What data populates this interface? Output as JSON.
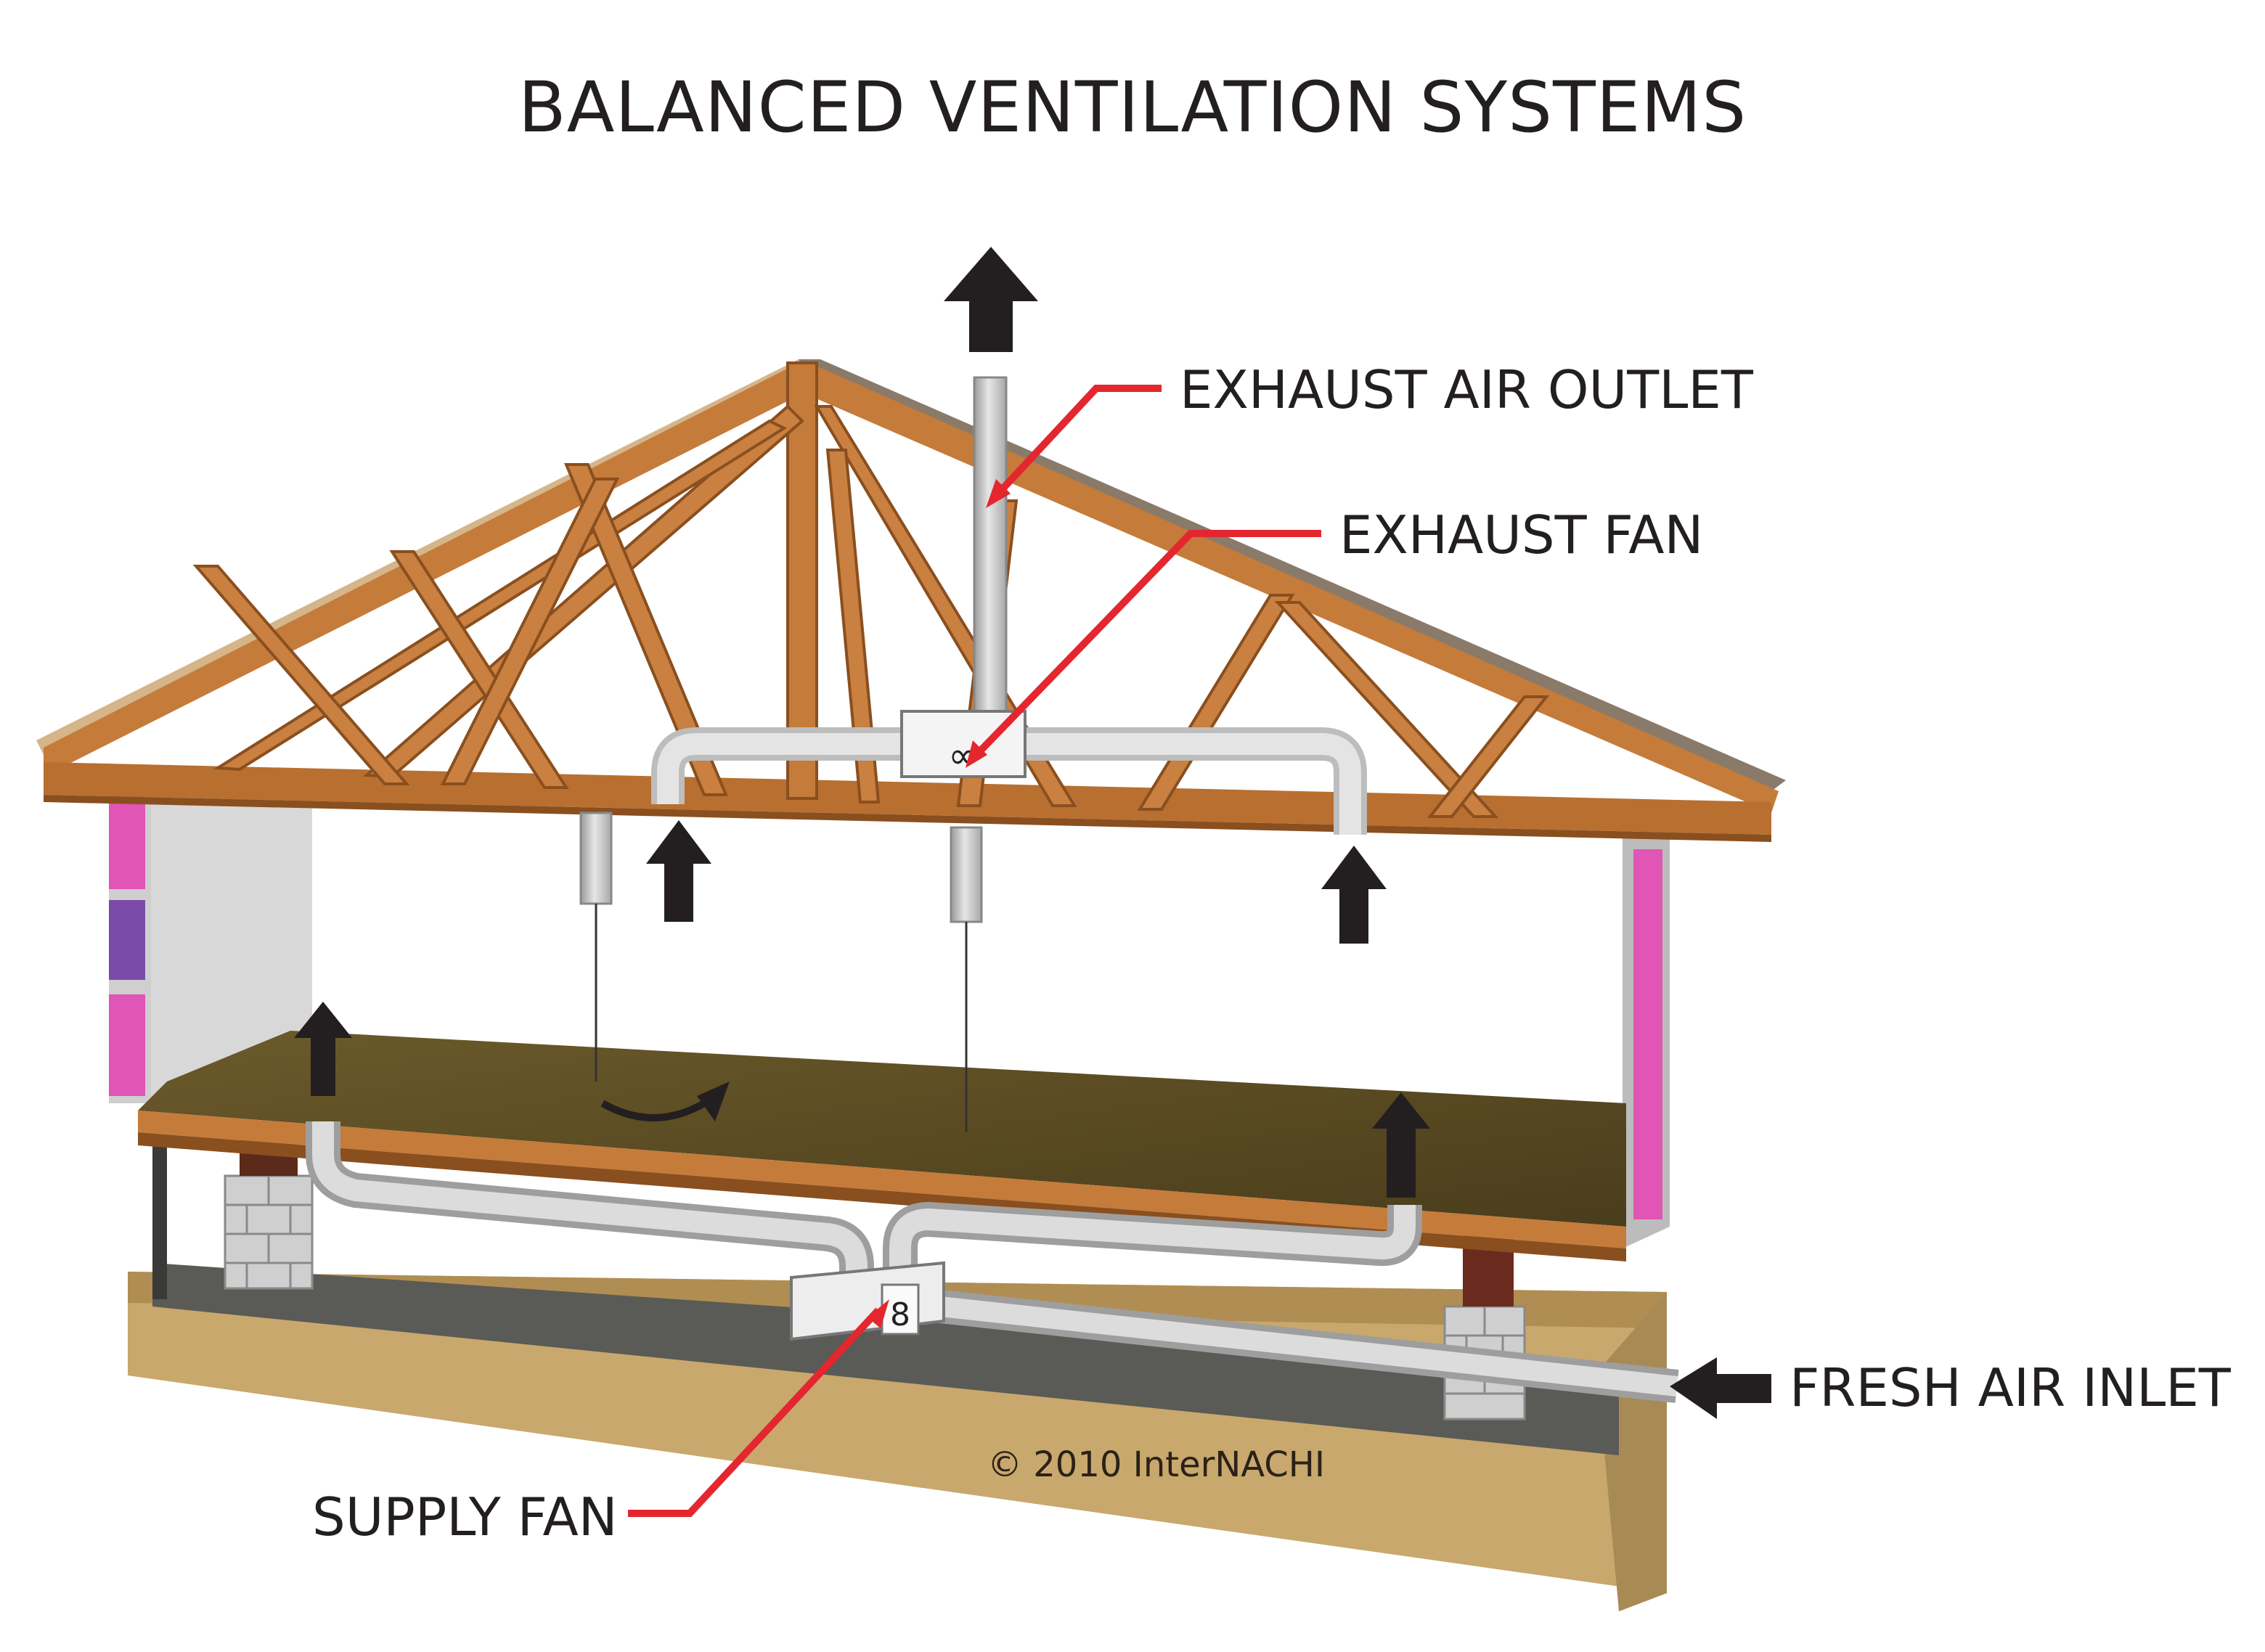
{
  "title": "BALANCED VENTILATION SYSTEMS",
  "labels": {
    "exhaust_air_outlet": "EXHAUST AIR OUTLET",
    "exhaust_fan": "EXHAUST FAN",
    "fresh_air_inlet": "FRESH AIR INLET",
    "supply_fan": "SUPPLY FAN"
  },
  "copyright": "© 2010  InterNACHI",
  "colors": {
    "wood": "#c57b3a",
    "wood_dark": "#8a4f1f",
    "duct": "#d3d3d3",
    "callout": "#e4262f",
    "arrow": "#231f20",
    "insulation": "#e055b5",
    "floor": "#5b4a22",
    "ground": "#c8a86c"
  }
}
